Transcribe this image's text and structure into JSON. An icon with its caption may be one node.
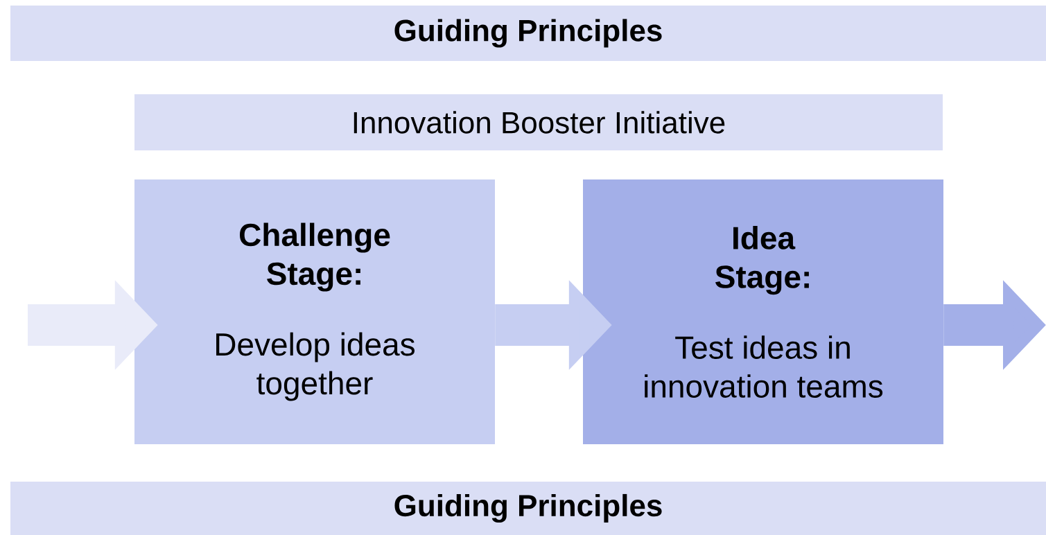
{
  "diagram": {
    "nodes": [
      {
        "text": [
          "Guiding Principles"
        ]
      },
      {
        "text": [
          "Innovation Booster Initiative"
        ]
      },
      {
        "text": [
          "Challenge Stage:",
          "Develop ideas together"
        ]
      },
      {
        "text": [
          "Idea Stage:",
          "Test ideas in innovation teams"
        ]
      },
      {
        "text": [
          "Guiding Principles"
        ]
      }
    ],
    "edges": [
      {
        "from": null,
        "to": 2,
        "arrow": "to",
        "color": "#e9ebf9"
      },
      {
        "from": 2,
        "to": 3,
        "arrow": "to",
        "color": "#c6cef2"
      },
      {
        "from": 3,
        "to": null,
        "arrow": "to",
        "color": "#a3afe8"
      }
    ]
  }
}
